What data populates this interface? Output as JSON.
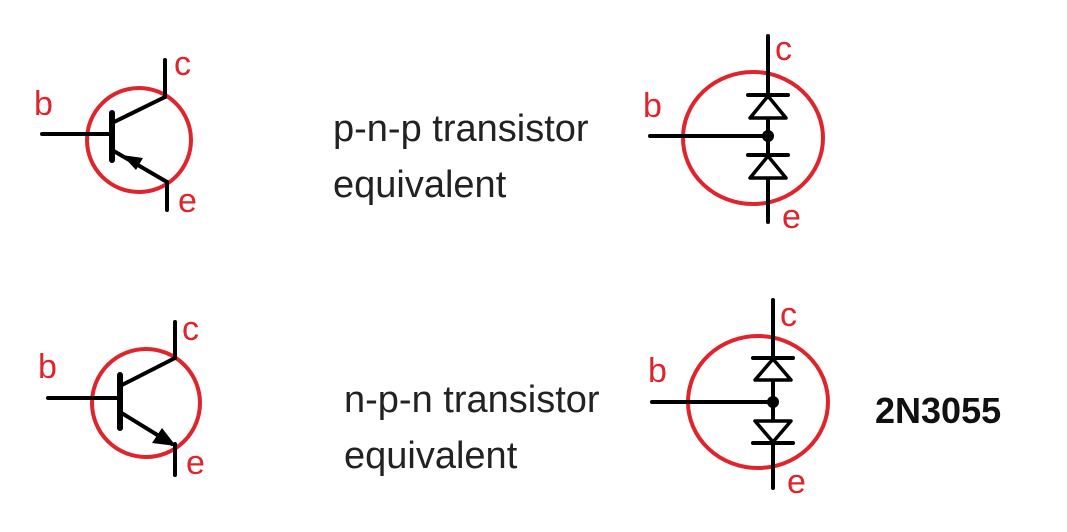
{
  "labels": {
    "base": "b",
    "collector": "c",
    "emitter": "e"
  },
  "pnp": {
    "caption_line1": "p-n-p transistor",
    "caption_line2": "equivalent"
  },
  "npn": {
    "caption_line1": "n-p-n transistor",
    "caption_line2": "equivalent"
  },
  "part_number": "2N3055",
  "colors": {
    "ring": "#e0242b",
    "label": "#e0242b",
    "wire": "#000000",
    "caption": "#222222"
  }
}
